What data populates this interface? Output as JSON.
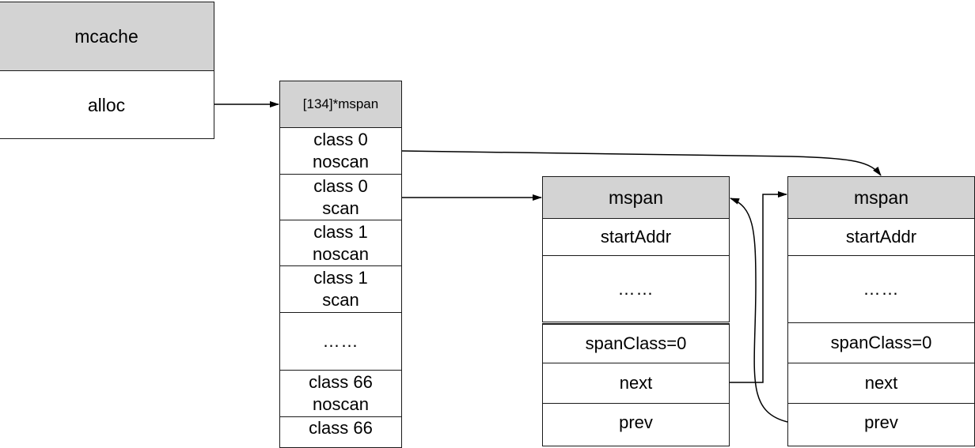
{
  "mcache": {
    "title": "mcache",
    "alloc": "alloc"
  },
  "array": {
    "header": "[134]*mspan",
    "c0_noscan": [
      "class 0",
      "noscan"
    ],
    "c0_scan": [
      "class 0",
      "scan"
    ],
    "c1_noscan": [
      "class 1",
      "noscan"
    ],
    "c1_scan": [
      "class 1",
      "scan"
    ],
    "ellipsis": "……",
    "c66_noscan": [
      "class 66",
      "noscan"
    ],
    "c66_scan_partial": "class 66"
  },
  "mspan_a": {
    "title": "mspan",
    "startAddr": "startAddr",
    "ellipsis": "……",
    "spanClass": "spanClass=0",
    "next": "next",
    "prev": "prev"
  },
  "mspan_b": {
    "title": "mspan",
    "startAddr": "startAddr",
    "ellipsis": "……",
    "spanClass": "spanClass=0",
    "next": "next",
    "prev": "prev"
  },
  "colors": {
    "header_fill": "#d3d3d3",
    "border": "#1a1a1a",
    "arrow": "#000000"
  }
}
